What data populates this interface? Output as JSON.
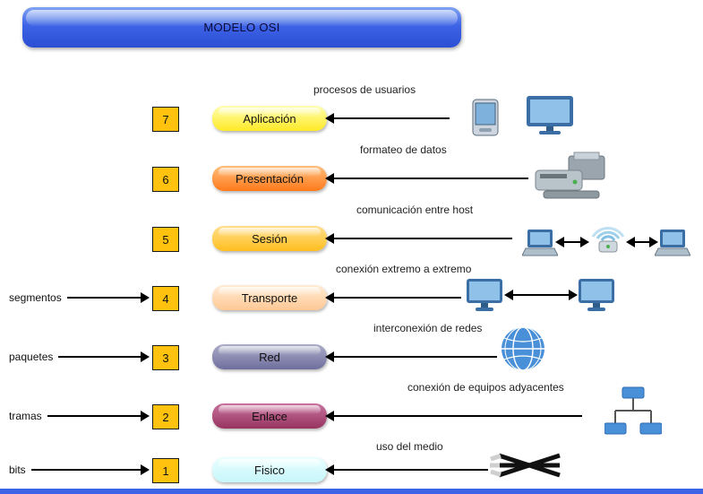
{
  "title": "MODELO OSI",
  "number_box_color": "#FFC20E",
  "bottom_bar_color": "#3D63E6",
  "layers": [
    {
      "number": "7",
      "name": "Aplicación",
      "description": "procesos de usuarios",
      "colors": [
        "#FFFFB0",
        "#FFE926"
      ],
      "icons": [
        "pda-icon",
        "desktop-monitor-icon"
      ]
    },
    {
      "number": "6",
      "name": "Presentación",
      "description": "formateo de datos",
      "colors": [
        "#FFBE7D",
        "#FF7A1A"
      ],
      "icons": [
        "office-equipment-icon"
      ]
    },
    {
      "number": "5",
      "name": "Sesión",
      "description": "comunicación entre host",
      "colors": [
        "#FFDF8C",
        "#FFBE1F"
      ],
      "icons": [
        "laptop-icon",
        "wireless-ap-icon",
        "laptop-icon"
      ]
    },
    {
      "number": "4",
      "name": "Transporte",
      "description": "conexión extremo a extremo",
      "colors": [
        "#FFEBD4",
        "#FFC894"
      ],
      "icons": [
        "monitor-icon",
        "monitor-icon"
      ]
    },
    {
      "number": "3",
      "name": "Red",
      "description": "interconexión de redes",
      "colors": [
        "#ACACC8",
        "#6E6E9E"
      ],
      "icons": [
        "globe-icon"
      ]
    },
    {
      "number": "2",
      "name": "Enlace",
      "description": "conexión de equipos adyacentes",
      "colors": [
        "#C8729E",
        "#97335F"
      ],
      "icons": [
        "network-topology-icon"
      ]
    },
    {
      "number": "1",
      "name": "Fisico",
      "description": "uso del medio",
      "colors": [
        "#EAFFFF",
        "#C6F6FA"
      ],
      "icons": [
        "cables-icon"
      ]
    }
  ],
  "left_labels": [
    {
      "text": "segmentos",
      "target_layer": "4"
    },
    {
      "text": "paquetes",
      "target_layer": "3"
    },
    {
      "text": "tramas",
      "target_layer": "2"
    },
    {
      "text": "bits",
      "target_layer": "1"
    }
  ]
}
